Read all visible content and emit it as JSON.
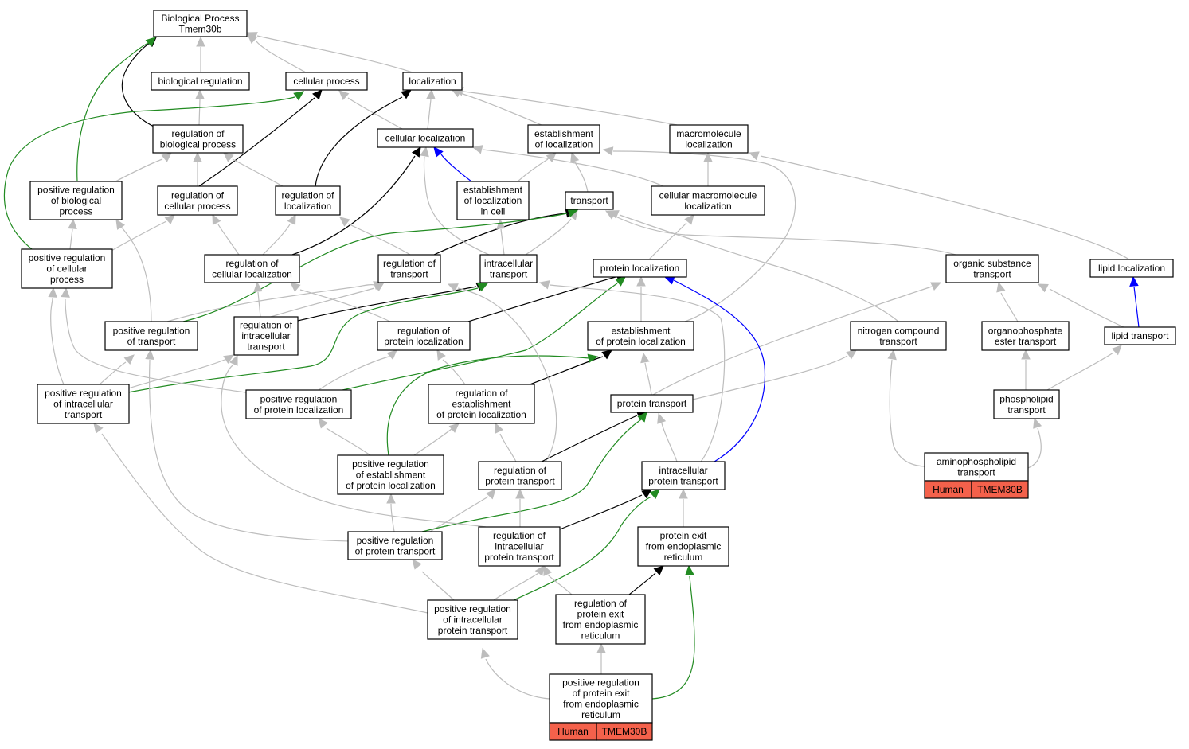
{
  "colors": {
    "is_a": "#bdbdbd",
    "regulates": "#000000",
    "positively_regulates": "#228b22",
    "part_of": "#0000ff",
    "annotation_fill": "#f4614b"
  },
  "nodes": [
    {
      "id": "root",
      "lines": [
        "Biological Process",
        "Tmem30b"
      ]
    },
    {
      "id": "bioreg",
      "lines": [
        "biological regulation"
      ]
    },
    {
      "id": "cellproc",
      "lines": [
        "cellular process"
      ]
    },
    {
      "id": "loc",
      "lines": [
        "localization"
      ]
    },
    {
      "id": "regbio",
      "lines": [
        "regulation of",
        "biological process"
      ]
    },
    {
      "id": "cellloc",
      "lines": [
        "cellular localization"
      ]
    },
    {
      "id": "estloc",
      "lines": [
        "establishment",
        "of localization"
      ]
    },
    {
      "id": "macroloc",
      "lines": [
        "macromolecule",
        "localization"
      ]
    },
    {
      "id": "posregbio",
      "lines": [
        "positive regulation",
        "of biological",
        "process"
      ]
    },
    {
      "id": "regcell",
      "lines": [
        "regulation of",
        "cellular process"
      ]
    },
    {
      "id": "regloc",
      "lines": [
        "regulation of",
        "localization"
      ]
    },
    {
      "id": "estlocincell",
      "lines": [
        "establishment",
        "of localization",
        "in cell"
      ]
    },
    {
      "id": "transport",
      "lines": [
        "transport"
      ]
    },
    {
      "id": "cellmacroloc",
      "lines": [
        "cellular macromolecule",
        "localization"
      ]
    },
    {
      "id": "posregcell",
      "lines": [
        "positive regulation",
        "of cellular",
        "process"
      ]
    },
    {
      "id": "regcellloc",
      "lines": [
        "regulation of",
        "cellular localization"
      ]
    },
    {
      "id": "regtrans",
      "lines": [
        "regulation of",
        "transport"
      ]
    },
    {
      "id": "intratrans",
      "lines": [
        "intracellular",
        "transport"
      ]
    },
    {
      "id": "protloc",
      "lines": [
        "protein localization"
      ]
    },
    {
      "id": "orgsub",
      "lines": [
        "organic substance",
        "transport"
      ]
    },
    {
      "id": "lipidloc",
      "lines": [
        "lipid localization"
      ]
    },
    {
      "id": "posregtrans",
      "lines": [
        "positive regulation",
        "of transport"
      ]
    },
    {
      "id": "regintratrans",
      "lines": [
        "regulation of",
        "intracellular",
        "transport"
      ]
    },
    {
      "id": "regprotloc",
      "lines": [
        "regulation of",
        "protein localization"
      ]
    },
    {
      "id": "estprotloc",
      "lines": [
        "establishment",
        "of protein localization"
      ]
    },
    {
      "id": "nitro",
      "lines": [
        "nitrogen compound",
        "transport"
      ]
    },
    {
      "id": "organophos",
      "lines": [
        "organophosphate",
        "ester transport"
      ]
    },
    {
      "id": "lipidtrans",
      "lines": [
        "lipid transport"
      ]
    },
    {
      "id": "posregintratrans",
      "lines": [
        "positive regulation",
        "of intracellular",
        "transport"
      ]
    },
    {
      "id": "posregprotloc",
      "lines": [
        "positive regulation",
        "of protein localization"
      ]
    },
    {
      "id": "regestprotloc",
      "lines": [
        "regulation of",
        "establishment",
        "of protein localization"
      ]
    },
    {
      "id": "prottrans",
      "lines": [
        "protein transport"
      ]
    },
    {
      "id": "phospholipid",
      "lines": [
        "phospholipid",
        "transport"
      ]
    },
    {
      "id": "aminophos",
      "lines": [
        "aminophospholipid",
        "transport"
      ]
    },
    {
      "id": "posregestprotloc",
      "lines": [
        "positive regulation",
        "of establishment",
        "of protein localization"
      ]
    },
    {
      "id": "regprottrans",
      "lines": [
        "regulation of",
        "protein transport"
      ]
    },
    {
      "id": "intraprottrans",
      "lines": [
        "intracellular",
        "protein transport"
      ]
    },
    {
      "id": "posregprottrans",
      "lines": [
        "positive regulation",
        "of protein transport"
      ]
    },
    {
      "id": "regintraprottrans",
      "lines": [
        "regulation of",
        "intracellular",
        "protein transport"
      ]
    },
    {
      "id": "protexit",
      "lines": [
        "protein exit",
        "from endoplasmic",
        "reticulum"
      ]
    },
    {
      "id": "posregintraprottrans",
      "lines": [
        "positive regulation",
        "of intracellular",
        "protein transport"
      ]
    },
    {
      "id": "regprotexit",
      "lines": [
        "regulation of",
        "protein exit",
        "from endoplasmic",
        "reticulum"
      ]
    },
    {
      "id": "posregprotexit",
      "lines": [
        "positive regulation",
        "of protein exit",
        "from endoplasmic",
        "reticulum"
      ]
    }
  ],
  "annotations": [
    {
      "node": "aminophos",
      "species": "Human",
      "gene": "TMEM30B"
    },
    {
      "node": "posregprotexit",
      "species": "Human",
      "gene": "TMEM30B"
    }
  ],
  "edges": [
    {
      "from": "bioreg",
      "to": "root",
      "type": "is_a"
    },
    {
      "from": "cellproc",
      "to": "root",
      "type": "is_a"
    },
    {
      "from": "loc",
      "to": "root",
      "type": "is_a"
    },
    {
      "from": "regbio",
      "to": "root",
      "type": "regulates"
    },
    {
      "from": "posregbio",
      "to": "root",
      "type": "positively_regulates"
    },
    {
      "from": "regbio",
      "to": "bioreg",
      "type": "is_a"
    },
    {
      "from": "cellloc",
      "to": "cellproc",
      "type": "is_a"
    },
    {
      "from": "cellloc",
      "to": "loc",
      "type": "is_a"
    },
    {
      "from": "estloc",
      "to": "loc",
      "type": "is_a"
    },
    {
      "from": "macroloc",
      "to": "loc",
      "type": "is_a"
    },
    {
      "from": "regcell",
      "to": "cellproc",
      "type": "regulates"
    },
    {
      "from": "posregcell",
      "to": "cellproc",
      "type": "positively_regulates"
    },
    {
      "from": "regloc",
      "to": "loc",
      "type": "regulates"
    },
    {
      "from": "posregbio",
      "to": "regbio",
      "type": "is_a"
    },
    {
      "from": "regcell",
      "to": "regbio",
      "type": "is_a"
    },
    {
      "from": "regloc",
      "to": "regbio",
      "type": "is_a"
    },
    {
      "from": "estlocincell",
      "to": "cellloc",
      "type": "part_of"
    },
    {
      "from": "estlocincell",
      "to": "estloc",
      "type": "is_a"
    },
    {
      "from": "transport",
      "to": "estloc",
      "type": "is_a"
    },
    {
      "from": "cellmacroloc",
      "to": "macroloc",
      "type": "is_a"
    },
    {
      "from": "cellmacroloc",
      "to": "cellloc",
      "type": "is_a"
    },
    {
      "from": "posregcell",
      "to": "posregbio",
      "type": "is_a"
    },
    {
      "from": "posregcell",
      "to": "regcell",
      "type": "is_a"
    },
    {
      "from": "regcellloc",
      "to": "regcell",
      "type": "is_a"
    },
    {
      "from": "regcellloc",
      "to": "regloc",
      "type": "is_a"
    },
    {
      "from": "regcellloc",
      "to": "cellloc",
      "type": "regulates"
    },
    {
      "from": "regtrans",
      "to": "regloc",
      "type": "is_a"
    },
    {
      "from": "regtrans",
      "to": "transport",
      "type": "regulates"
    },
    {
      "from": "intratrans",
      "to": "transport",
      "type": "is_a"
    },
    {
      "from": "intratrans",
      "to": "cellloc",
      "type": "is_a"
    },
    {
      "from": "intratrans",
      "to": "estlocincell",
      "type": "is_a"
    },
    {
      "from": "protloc",
      "to": "cellmacroloc",
      "type": "is_a"
    },
    {
      "from": "orgsub",
      "to": "transport",
      "type": "is_a"
    },
    {
      "from": "lipidloc",
      "to": "macroloc",
      "type": "is_a"
    },
    {
      "from": "posregtrans",
      "to": "posregbio",
      "type": "is_a"
    },
    {
      "from": "posregtrans",
      "to": "regtrans",
      "type": "is_a"
    },
    {
      "from": "posregtrans",
      "to": "transport",
      "type": "positively_regulates"
    },
    {
      "from": "regintratrans",
      "to": "regcellloc",
      "type": "is_a"
    },
    {
      "from": "regintratrans",
      "to": "regtrans",
      "type": "is_a"
    },
    {
      "from": "regintratrans",
      "to": "intratrans",
      "type": "regulates"
    },
    {
      "from": "regprotloc",
      "to": "regcellloc",
      "type": "is_a"
    },
    {
      "from": "regprotloc",
      "to": "protloc",
      "type": "regulates"
    },
    {
      "from": "estprotloc",
      "to": "protloc",
      "type": "is_a"
    },
    {
      "from": "estprotloc",
      "to": "estloc",
      "type": "is_a"
    },
    {
      "from": "nitro",
      "to": "transport",
      "type": "is_a"
    },
    {
      "from": "organophos",
      "to": "orgsub",
      "type": "is_a"
    },
    {
      "from": "lipidtrans",
      "to": "orgsub",
      "type": "is_a"
    },
    {
      "from": "lipidtrans",
      "to": "lipidloc",
      "type": "part_of"
    },
    {
      "from": "posregintratrans",
      "to": "posregtrans",
      "type": "is_a"
    },
    {
      "from": "posregintratrans",
      "to": "regintratrans",
      "type": "is_a"
    },
    {
      "from": "posregintratrans",
      "to": "posregcell",
      "type": "is_a"
    },
    {
      "from": "posregintratrans",
      "to": "intratrans",
      "type": "positively_regulates"
    },
    {
      "from": "posregprotloc",
      "to": "posregcell",
      "type": "is_a"
    },
    {
      "from": "posregprotloc",
      "to": "regprotloc",
      "type": "is_a"
    },
    {
      "from": "posregprotloc",
      "to": "protloc",
      "type": "positively_regulates"
    },
    {
      "from": "regestprotloc",
      "to": "regprotloc",
      "type": "is_a"
    },
    {
      "from": "regestprotloc",
      "to": "estprotloc",
      "type": "regulates"
    },
    {
      "from": "prottrans",
      "to": "estprotloc",
      "type": "is_a"
    },
    {
      "from": "prottrans",
      "to": "nitro",
      "type": "is_a"
    },
    {
      "from": "prottrans",
      "to": "orgsub",
      "type": "is_a"
    },
    {
      "from": "phospholipid",
      "to": "organophos",
      "type": "is_a"
    },
    {
      "from": "phospholipid",
      "to": "lipidtrans",
      "type": "is_a"
    },
    {
      "from": "aminophos",
      "to": "phospholipid",
      "type": "is_a"
    },
    {
      "from": "aminophos",
      "to": "nitro",
      "type": "is_a"
    },
    {
      "from": "posregestprotloc",
      "to": "posregprotloc",
      "type": "is_a"
    },
    {
      "from": "posregestprotloc",
      "to": "regestprotloc",
      "type": "is_a"
    },
    {
      "from": "posregestprotloc",
      "to": "estprotloc",
      "type": "positively_regulates"
    },
    {
      "from": "regprottrans",
      "to": "regestprotloc",
      "type": "is_a"
    },
    {
      "from": "regprottrans",
      "to": "regtrans",
      "type": "is_a"
    },
    {
      "from": "regprottrans",
      "to": "prottrans",
      "type": "regulates"
    },
    {
      "from": "intraprottrans",
      "to": "prottrans",
      "type": "is_a"
    },
    {
      "from": "intraprottrans",
      "to": "intratrans",
      "type": "is_a"
    },
    {
      "from": "intraprottrans",
      "to": "protloc",
      "type": "part_of"
    },
    {
      "from": "posregprottrans",
      "to": "posregestprotloc",
      "type": "is_a"
    },
    {
      "from": "posregprottrans",
      "to": "regprottrans",
      "type": "is_a"
    },
    {
      "from": "posregprottrans",
      "to": "posregtrans",
      "type": "is_a"
    },
    {
      "from": "posregprottrans",
      "to": "prottrans",
      "type": "positively_regulates"
    },
    {
      "from": "regintraprottrans",
      "to": "regprottrans",
      "type": "is_a"
    },
    {
      "from": "regintraprottrans",
      "to": "regintratrans",
      "type": "is_a"
    },
    {
      "from": "regintraprottrans",
      "to": "intraprottrans",
      "type": "regulates"
    },
    {
      "from": "protexit",
      "to": "intraprottrans",
      "type": "is_a"
    },
    {
      "from": "posregintraprottrans",
      "to": "posregprottrans",
      "type": "is_a"
    },
    {
      "from": "posregintraprottrans",
      "to": "regintraprottrans",
      "type": "is_a"
    },
    {
      "from": "posregintraprottrans",
      "to": "posregintratrans",
      "type": "is_a"
    },
    {
      "from": "posregintraprottrans",
      "to": "intraprottrans",
      "type": "positively_regulates"
    },
    {
      "from": "regprotexit",
      "to": "regintraprottrans",
      "type": "is_a"
    },
    {
      "from": "regprotexit",
      "to": "protexit",
      "type": "regulates"
    },
    {
      "from": "posregprotexit",
      "to": "regprotexit",
      "type": "is_a"
    },
    {
      "from": "posregprotexit",
      "to": "posregintraprottrans",
      "type": "is_a"
    },
    {
      "from": "posregprotexit",
      "to": "protexit",
      "type": "positively_regulates"
    }
  ]
}
